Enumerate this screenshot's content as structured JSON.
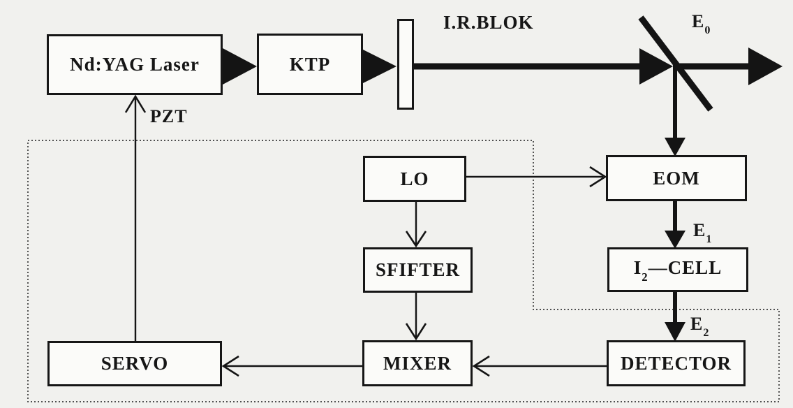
{
  "colors": {
    "background": "#f1f1ee",
    "ink": "#161616",
    "box_fill": "#fbfbf9"
  },
  "blocks": {
    "laser": {
      "label": "Nd:YAG Laser"
    },
    "ktp": {
      "label": "KTP"
    },
    "eom": {
      "label": "EOM"
    },
    "iodine_cell": {
      "pre": "I",
      "sub": "2",
      "post": "—CELL"
    },
    "detector": {
      "label": "DETECTOR"
    },
    "lo": {
      "label": "LO"
    },
    "shifter": {
      "label": "SFIFTER"
    },
    "mixer": {
      "label": "MIXER"
    },
    "servo": {
      "label": "SERVO"
    }
  },
  "labels": {
    "ir_blok": "I.R.BLOK",
    "pzt": "PZT",
    "e0": {
      "base": "E",
      "sub": "0"
    },
    "e1": {
      "base": "E",
      "sub": "1"
    },
    "e2": {
      "base": "E",
      "sub": "2"
    }
  }
}
